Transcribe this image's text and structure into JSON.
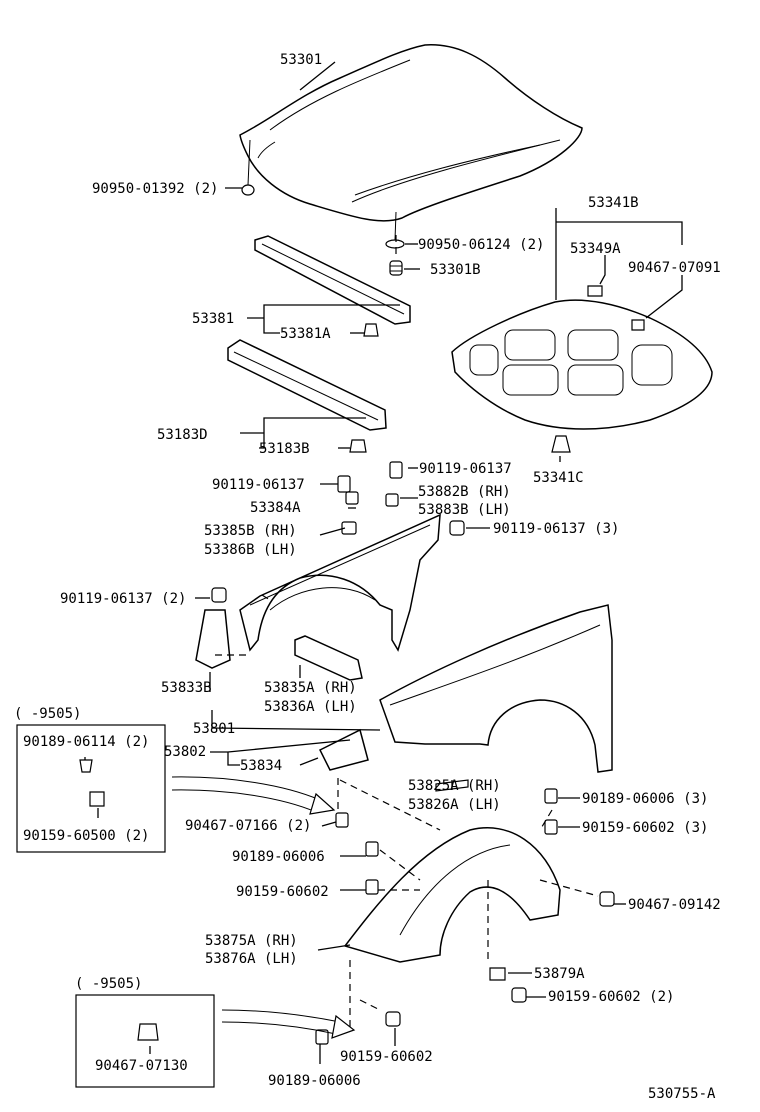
{
  "diagram_id": "530755-A",
  "labels": {
    "hood": "53301",
    "hood_cushion_l": "90950-01392 (2)",
    "hood_cushion_r": "90950-06124 (2)",
    "hood_stop": "53301B",
    "seal_rear": "53381",
    "seal_rear_clip": "53381A",
    "seal_front": "53183D",
    "seal_front_clip": "53183B",
    "insulator": "53341B",
    "insulator_clip_a": "53349A",
    "insulator_clip_b": "90467-07091",
    "insulator_retainer": "53341C",
    "bolt_a": "90119-06137",
    "bolt_b": "90119-06137",
    "bolt_c": "90119-06137 (3)",
    "bolt_d": "90119-06137 (2)",
    "spacer": "53384A",
    "fender_bracket_rh": "53882B (RH)",
    "fender_bracket_lh": "53883B (LH)",
    "fender_support_rh": "53385B (RH)",
    "fender_support_lh": "53386B (LH)",
    "apron_bracket": "53833B",
    "apron_brace_rh": "53835A (RH)",
    "apron_brace_lh": "53836A (LH)",
    "fender_rh": "53801",
    "fender_lh": "53802",
    "fender_bracket": "53834",
    "mudguard_rh": "53825A (RH)",
    "mudguard_lh": "53826A (LH)",
    "clip_1": "90467-07166 (2)",
    "screw_1": "90189-06006",
    "bolt_1": "90159-60602",
    "screw_3": "90189-06006 (3)",
    "bolt_3": "90159-60602 (3)",
    "clip_2": "90467-09142",
    "liner_rh": "53875A (RH)",
    "liner_lh": "53876A (LH)",
    "liner_clip": "53879A",
    "bolt_2": "90159-60602 (2)",
    "bolt_bottom": "90159-60602",
    "screw_bottom": "90189-06006"
  },
  "inset_top": {
    "range": "(    -9505)",
    "part_a": "90189-06114 (2)",
    "part_b": "90159-60500 (2)"
  },
  "inset_bottom": {
    "range": "(    -9505)",
    "part_a": "90467-07130"
  }
}
